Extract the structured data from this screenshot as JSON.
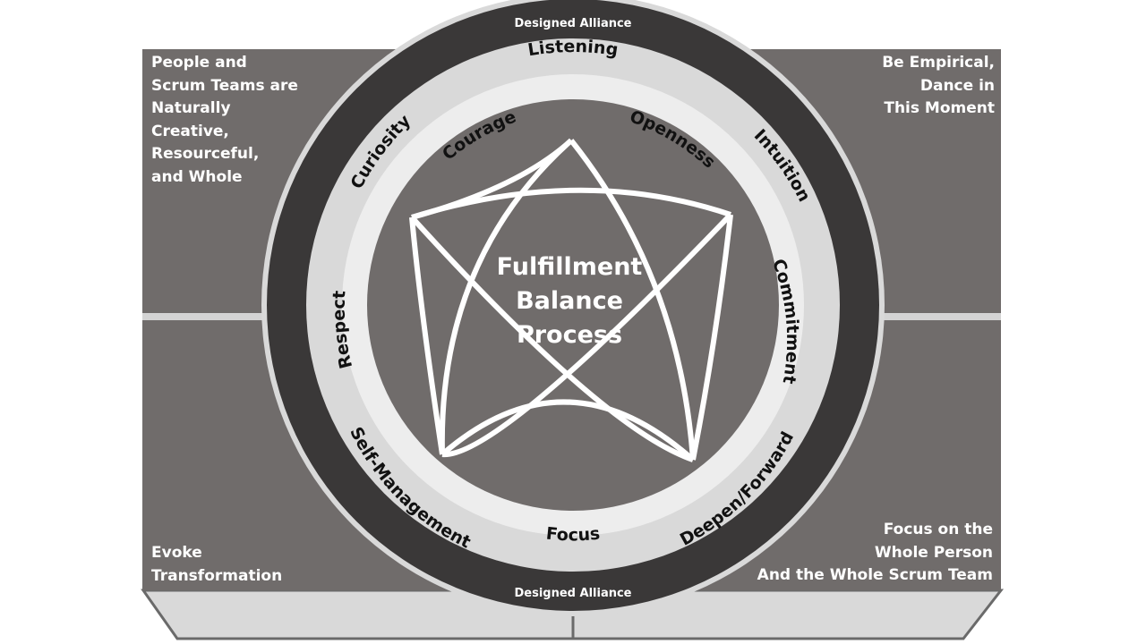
{
  "corners": {
    "top_left": "People and\nScrum Teams are\nNaturally\nCreative,\nResourceful,\nand Whole",
    "top_right": "Be Empirical,\nDance in\nThis Moment",
    "bottom_left": "Evoke\nTransformation",
    "bottom_right": "Focus on the\nWhole Person\nAnd the Whole Scrum Team"
  },
  "outer_ring": {
    "top_label": "Designed Alliance",
    "bottom_label": "Designed Alliance"
  },
  "middle_ring": {
    "top": "Listening",
    "left": "Curiosity",
    "right": "Intuition",
    "bottom_left": "Self-Management",
    "bottom_right": "Deepen/Forward"
  },
  "inner_ring": {
    "courage": "Courage",
    "openness": "Openness",
    "commitment": "Commitment",
    "focus": "Focus",
    "respect": "Respect"
  },
  "center": {
    "line1": "Fulfillment",
    "line2": "Balance",
    "line3": "Process"
  },
  "colors": {
    "panel": "#706c6b",
    "outer_ring": "#3a3838",
    "light_ring": "#d9d9d9",
    "lighter_ring": "#ededed",
    "core": "#706c6b",
    "tray": "#d9d9d9"
  }
}
